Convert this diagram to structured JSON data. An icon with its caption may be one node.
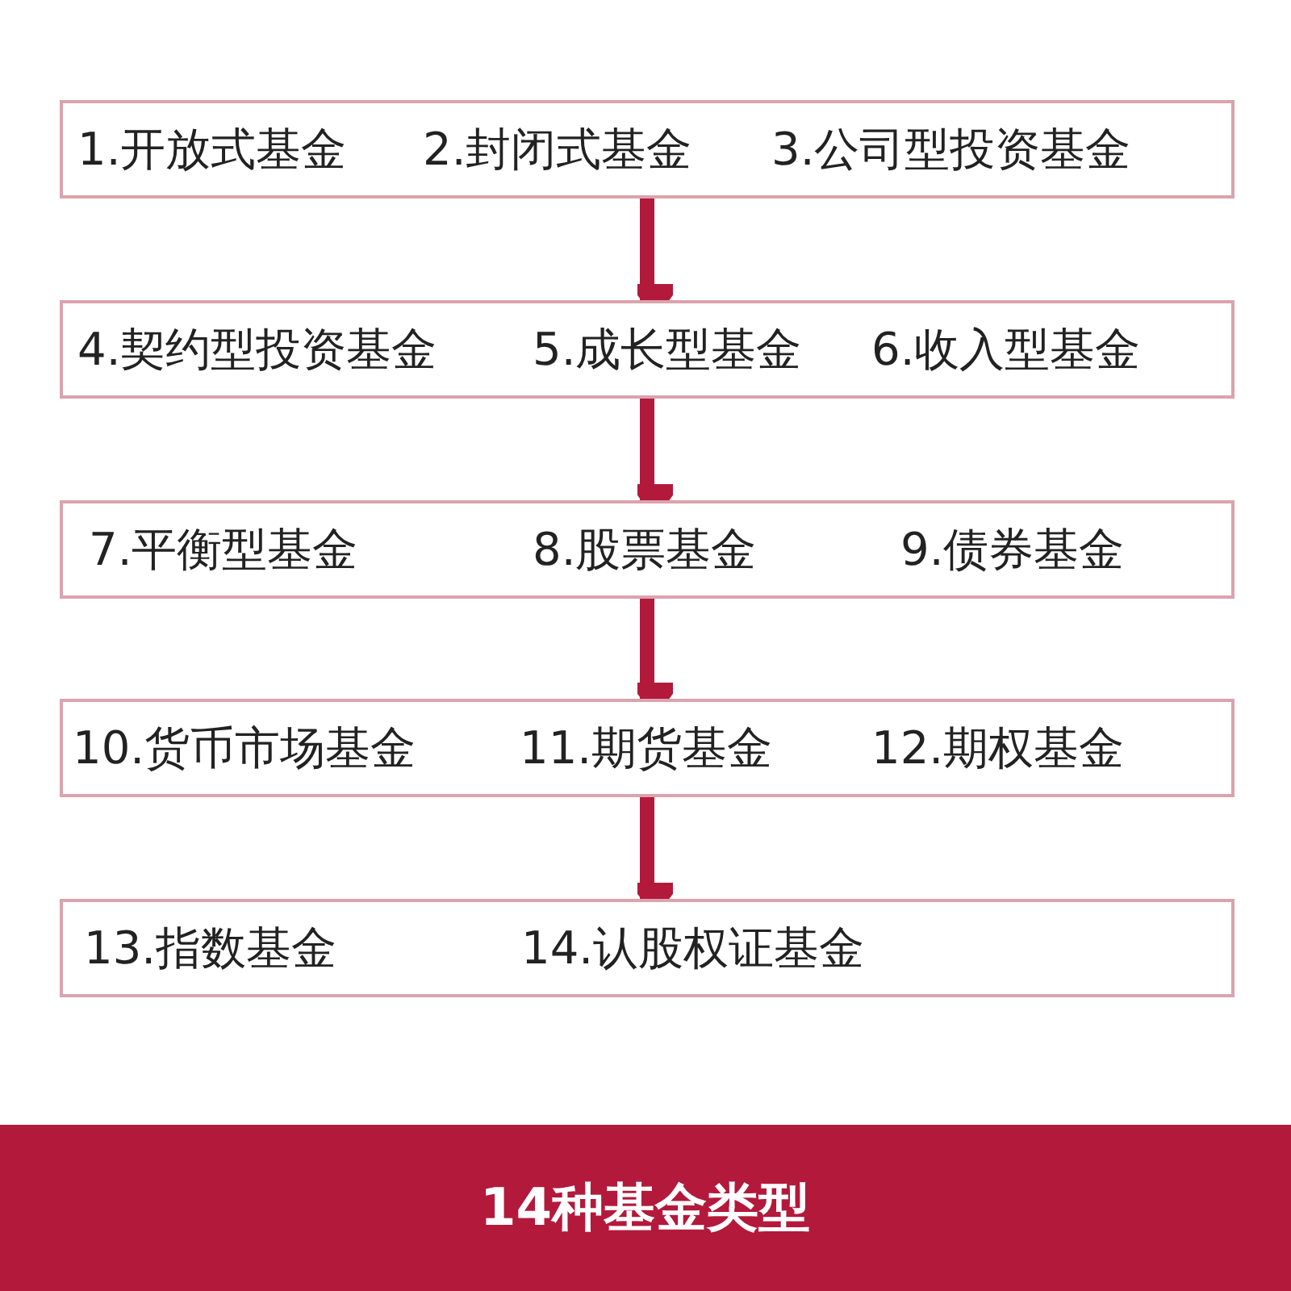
{
  "diagram": {
    "caption": "14种基金类型",
    "nodes": [
      {
        "text": [
          "1.开放式基金",
          "2.封闭式基金",
          "3.公司型投资基金"
        ]
      },
      {
        "text": [
          "4.契约型投资基金",
          "5.成长型基金",
          "6.收入型基金"
        ]
      },
      {
        "text": [
          "7.平衡型基金",
          "8.股票基金",
          "9.债券基金"
        ]
      },
      {
        "text": [
          "10.货币市场基金",
          "11.期货基金",
          "12.期权基金"
        ]
      },
      {
        "text": [
          "13.指数基金",
          "14.认股权证基金"
        ]
      }
    ],
    "edges": [
      {
        "from": 0,
        "to": 1,
        "arrow": "to"
      },
      {
        "from": 1,
        "to": 2,
        "arrow": "to"
      },
      {
        "from": 2,
        "to": 3,
        "arrow": "to"
      },
      {
        "from": 3,
        "to": 4,
        "arrow": "to"
      }
    ]
  }
}
